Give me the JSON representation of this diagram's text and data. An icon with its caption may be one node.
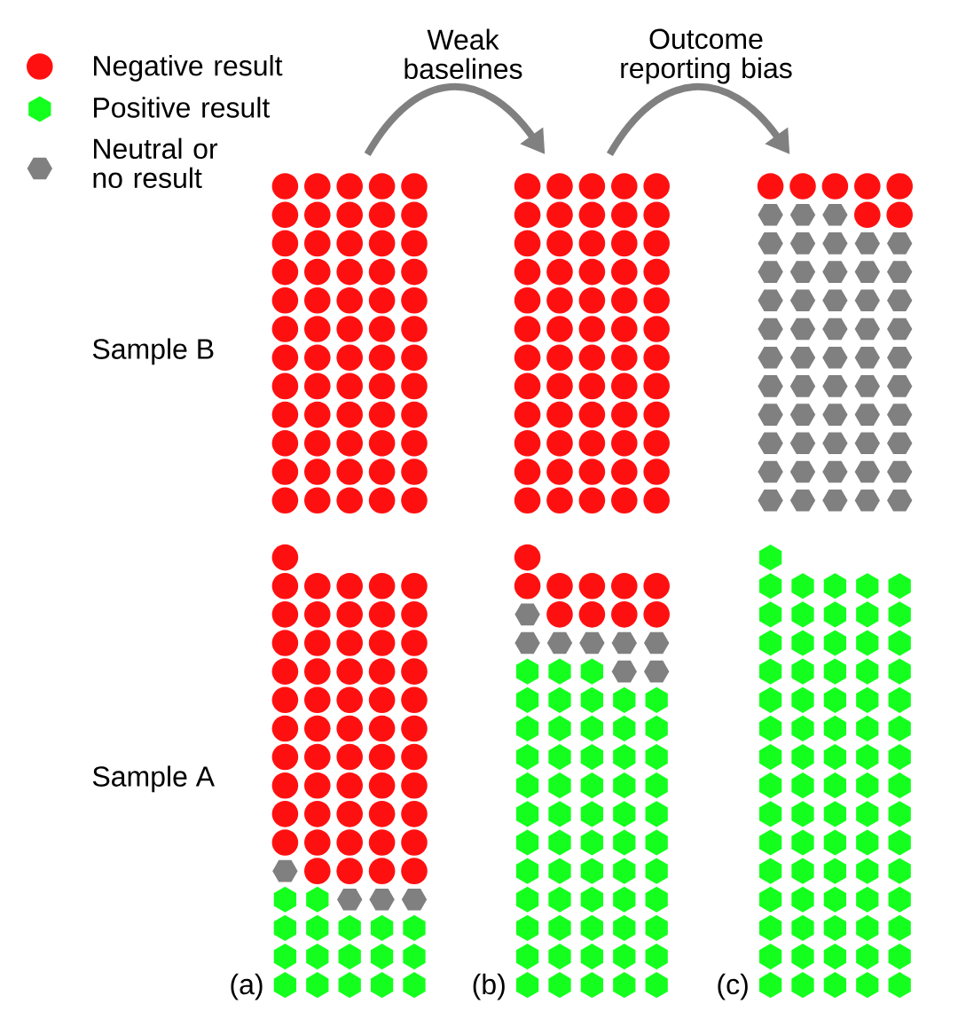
{
  "diagram": {
    "nodes": [
      {
        "text": [],
        "shape": "picture",
        "beside": [
          "(a)"
        ]
      },
      {
        "text": [],
        "shape": "picture",
        "beside": [
          "(b)"
        ]
      },
      {
        "text": [],
        "shape": "picture",
        "beside": [
          "(c)"
        ]
      }
    ],
    "edges": [
      {
        "from": 0,
        "to": 1,
        "arrow": "to",
        "label": "Weak baselines"
      },
      {
        "from": 1,
        "to": 2,
        "arrow": "to",
        "label": "Outcome reporting bias"
      }
    ],
    "labels": [
      "Sample B",
      "Sample A"
    ],
    "legend": [
      {
        "text": "Negative result",
        "color": "#ff1010"
      },
      {
        "text": "Positive result",
        "color": "#14ff1e"
      },
      {
        "text": "Neutral or no result",
        "color": "#808080"
      }
    ]
  }
}
